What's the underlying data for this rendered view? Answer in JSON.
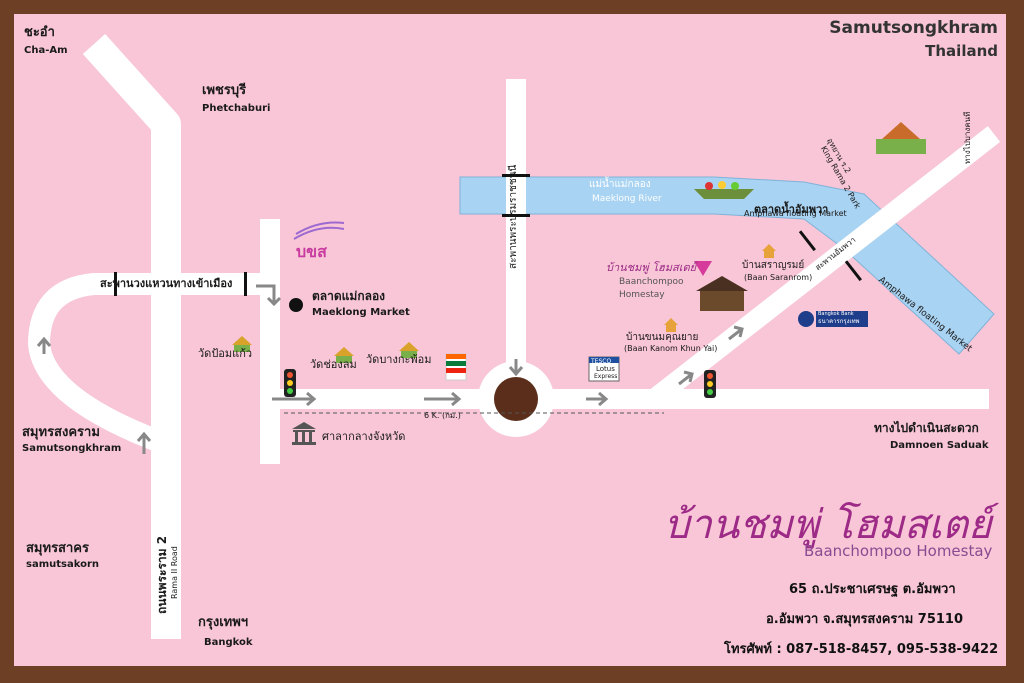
{
  "header": {
    "title": "Samutsongkhram",
    "subtitle": "Thailand"
  },
  "places": {
    "cha_am": {
      "th": "ชะอำ",
      "en": "Cha-Am"
    },
    "phetchaburi": {
      "th": "เพชรบุรี",
      "en": "Phetchaburi"
    },
    "samutsongkhram": {
      "th": "สมุทรสงคราม",
      "en": "Samutsongkhram"
    },
    "samutsakorn": {
      "th": "สมุทรสาคร",
      "en": "samutsakorn"
    },
    "bangkok": {
      "th": "กรุงเทพฯ",
      "en": "Bangkok"
    },
    "damnoen": {
      "th": "ทางไปดำเนินสะดวก",
      "en": "Damnoen Saduak"
    },
    "bang_khonthi": {
      "th": "ทางไปบางคนที"
    }
  },
  "roads": {
    "rama2": {
      "th": "ถนนพระราม 2",
      "en": "Rama II Road"
    },
    "ring_bridge": {
      "th": "สะพานวงแหวนทางเข้าเมือง"
    },
    "bridge_top": {
      "th": "สะพานพระบรมราชชนนี"
    },
    "amphawa_bridge": {
      "th": "สะพานอัมพวา"
    },
    "km6": {
      "label": "6 K. (กม.)"
    }
  },
  "rivers": {
    "maeklong": {
      "th": "แม่น้ำแม่กลอง",
      "en": "Maeklong River"
    },
    "amphawa_river": {
      "en": "Amphawa floating Market"
    }
  },
  "landmarks": {
    "bks": {
      "label": "บขส"
    },
    "maeklong_market": {
      "th": "ตลาดแม่กลอง",
      "en": "Maeklong Market"
    },
    "wat_pom_kaew": {
      "th": "วัดป้อมแก้ว"
    },
    "wat_chong_lom": {
      "th": "วัดช่องลม"
    },
    "wat_bang_kapom": {
      "th": "วัดบางกะพ้อม"
    },
    "seven_eleven": {
      "label": "7"
    },
    "provincial_hall": {
      "th": "ศาลากลางจังหวัด"
    },
    "tesco": {
      "brand": "TESCO",
      "name": "Lotus",
      "sub": "Express"
    },
    "amphawa_market": {
      "th": "ตลาดน้ำอัมพวา",
      "en": "Amphawa floating Market"
    },
    "king_rama2_park": {
      "th": "อุทยาน ร.2",
      "en": "King Rama 2 Park"
    },
    "baan_saranrom": {
      "th": "บ้านสราญรมย์",
      "en": "(Baan Saranrom)"
    },
    "homestay_pin": {
      "th": "บ้านชมพู่ โฮมสเตย์",
      "en1": "Baanchompoo",
      "en2": "Homestay"
    },
    "baan_kanom": {
      "th": "บ้านขนมคุณยาย",
      "en": "(Baan Kanom Khun Yai)"
    },
    "bangkok_bank": {
      "en": "Bangkok Bank",
      "th": "ธนาคารกรุงเทพ"
    }
  },
  "brand": {
    "name_th": "บ้านชมพู่ โฮมสเตย์",
    "name_en": "Baanchompoo Homestay",
    "address1": "65 ถ.ประชาเศรษฐ ต.อัมพวา",
    "address2": "อ.อัมพวา จ.สมุทรสงคราม 75110",
    "phone": "โทรศัพท์ : 087-518-8457, 095-538-9422"
  },
  "colors": {
    "background": "#f8c6d6",
    "road": "#ffffff",
    "river": "#a9d3f2",
    "brand": "#9c2a86",
    "frame": "#6d3f25"
  }
}
